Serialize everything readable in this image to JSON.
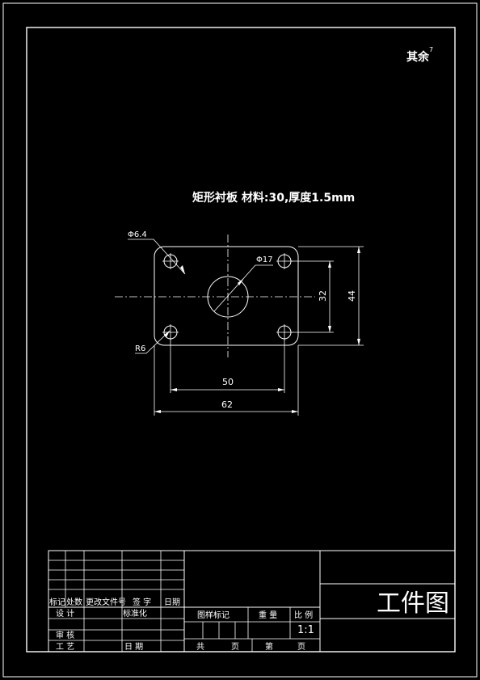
{
  "sheet": {
    "corner_note": "其余",
    "corner_note_sup": "7",
    "title": "矩形衬板  材料:30,厚度1.5mm"
  },
  "dimensions": {
    "hole_small": "Φ6.4",
    "hole_center": "Φ17",
    "radius": "R6",
    "width_inner": "50",
    "width_outer": "62",
    "height_inner": "32",
    "height_outer": "44"
  },
  "title_block": {
    "rev_headers": [
      "标记",
      "处数",
      "更改文件号",
      "签 字",
      "日期"
    ],
    "design": "设 计",
    "standardization": "标准化",
    "check": "审 核",
    "process": "工 艺",
    "date": "日 期",
    "stage_mark": "图样标记",
    "weight": "重 量",
    "scale_label": "比 例",
    "scale_value": "1:1",
    "total": "共",
    "sheet_unit": "页",
    "number": "第",
    "sheet_unit2": "页",
    "drawing_name": "工件图"
  }
}
